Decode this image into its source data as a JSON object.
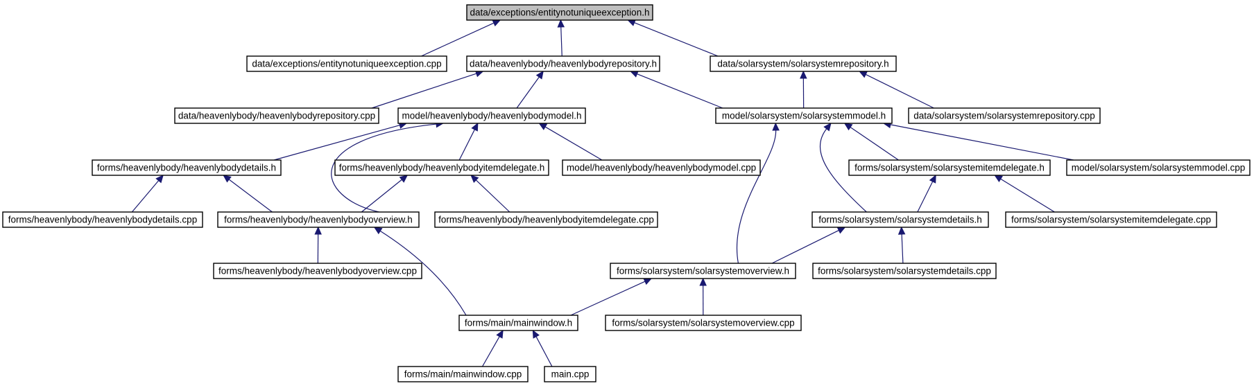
{
  "diagram": {
    "edge_color": "#191970",
    "root_fill": "#bfbfbf",
    "nodes": [
      {
        "id": "n0",
        "label": "data/exceptions/entitynotuniqueexception.h",
        "root": true
      },
      {
        "id": "n1",
        "label": "data/exceptions/entitynotuniqueexception.cpp"
      },
      {
        "id": "n2",
        "label": "data/heavenlybody/heavenlybodyrepository.h"
      },
      {
        "id": "n3",
        "label": "data/solarsystem/solarsystemrepository.h"
      },
      {
        "id": "n4",
        "label": "data/heavenlybody/heavenlybodyrepository.cpp"
      },
      {
        "id": "n5",
        "label": "model/heavenlybody/heavenlybodymodel.h"
      },
      {
        "id": "n6",
        "label": "model/solarsystem/solarsystemmodel.h"
      },
      {
        "id": "n7",
        "label": "data/solarsystem/solarsystemrepository.cpp"
      },
      {
        "id": "n8",
        "label": "forms/heavenlybody/heavenlybodydetails.h"
      },
      {
        "id": "n9",
        "label": "forms/heavenlybody/heavenlybodyitemdelegate.h"
      },
      {
        "id": "n10",
        "label": "model/heavenlybody/heavenlybodymodel.cpp"
      },
      {
        "id": "n11",
        "label": "forms/solarsystem/solarsystemitemdelegate.h"
      },
      {
        "id": "n12",
        "label": "model/solarsystem/solarsystemmodel.cpp"
      },
      {
        "id": "n13",
        "label": "forms/heavenlybody/heavenlybodydetails.cpp"
      },
      {
        "id": "n14",
        "label": "forms/heavenlybody/heavenlybodyoverview.h"
      },
      {
        "id": "n15",
        "label": "forms/heavenlybody/heavenlybodyitemdelegate.cpp"
      },
      {
        "id": "n16",
        "label": "forms/solarsystem/solarsystemdetails.h"
      },
      {
        "id": "n17",
        "label": "forms/solarsystem/solarsystemitemdelegate.cpp"
      },
      {
        "id": "n18",
        "label": "forms/heavenlybody/heavenlybodyoverview.cpp"
      },
      {
        "id": "n19",
        "label": "forms/solarsystem/solarsystemoverview.h"
      },
      {
        "id": "n20",
        "label": "forms/solarsystem/solarsystemdetails.cpp"
      },
      {
        "id": "n21",
        "label": "forms/main/mainwindow.h"
      },
      {
        "id": "n22",
        "label": "forms/solarsystem/solarsystemoverview.cpp"
      },
      {
        "id": "n23",
        "label": "forms/main/mainwindow.cpp"
      },
      {
        "id": "n24",
        "label": "main.cpp"
      }
    ],
    "edges": [
      {
        "from": "n1",
        "to": "n0"
      },
      {
        "from": "n2",
        "to": "n0"
      },
      {
        "from": "n3",
        "to": "n0"
      },
      {
        "from": "n4",
        "to": "n2"
      },
      {
        "from": "n5",
        "to": "n2"
      },
      {
        "from": "n6",
        "to": "n2"
      },
      {
        "from": "n6",
        "to": "n3"
      },
      {
        "from": "n7",
        "to": "n3"
      },
      {
        "from": "n8",
        "to": "n5"
      },
      {
        "from": "n14",
        "to": "n5"
      },
      {
        "from": "n9",
        "to": "n5"
      },
      {
        "from": "n10",
        "to": "n5"
      },
      {
        "from": "n19",
        "to": "n6"
      },
      {
        "from": "n16",
        "to": "n6"
      },
      {
        "from": "n11",
        "to": "n6"
      },
      {
        "from": "n12",
        "to": "n6"
      },
      {
        "from": "n13",
        "to": "n8"
      },
      {
        "from": "n14",
        "to": "n8"
      },
      {
        "from": "n14",
        "to": "n9"
      },
      {
        "from": "n15",
        "to": "n9"
      },
      {
        "from": "n16",
        "to": "n11"
      },
      {
        "from": "n17",
        "to": "n11"
      },
      {
        "from": "n18",
        "to": "n14"
      },
      {
        "from": "n21",
        "to": "n14"
      },
      {
        "from": "n19",
        "to": "n16"
      },
      {
        "from": "n20",
        "to": "n16"
      },
      {
        "from": "n21",
        "to": "n19"
      },
      {
        "from": "n22",
        "to": "n19"
      },
      {
        "from": "n23",
        "to": "n21"
      },
      {
        "from": "n24",
        "to": "n21"
      }
    ]
  }
}
